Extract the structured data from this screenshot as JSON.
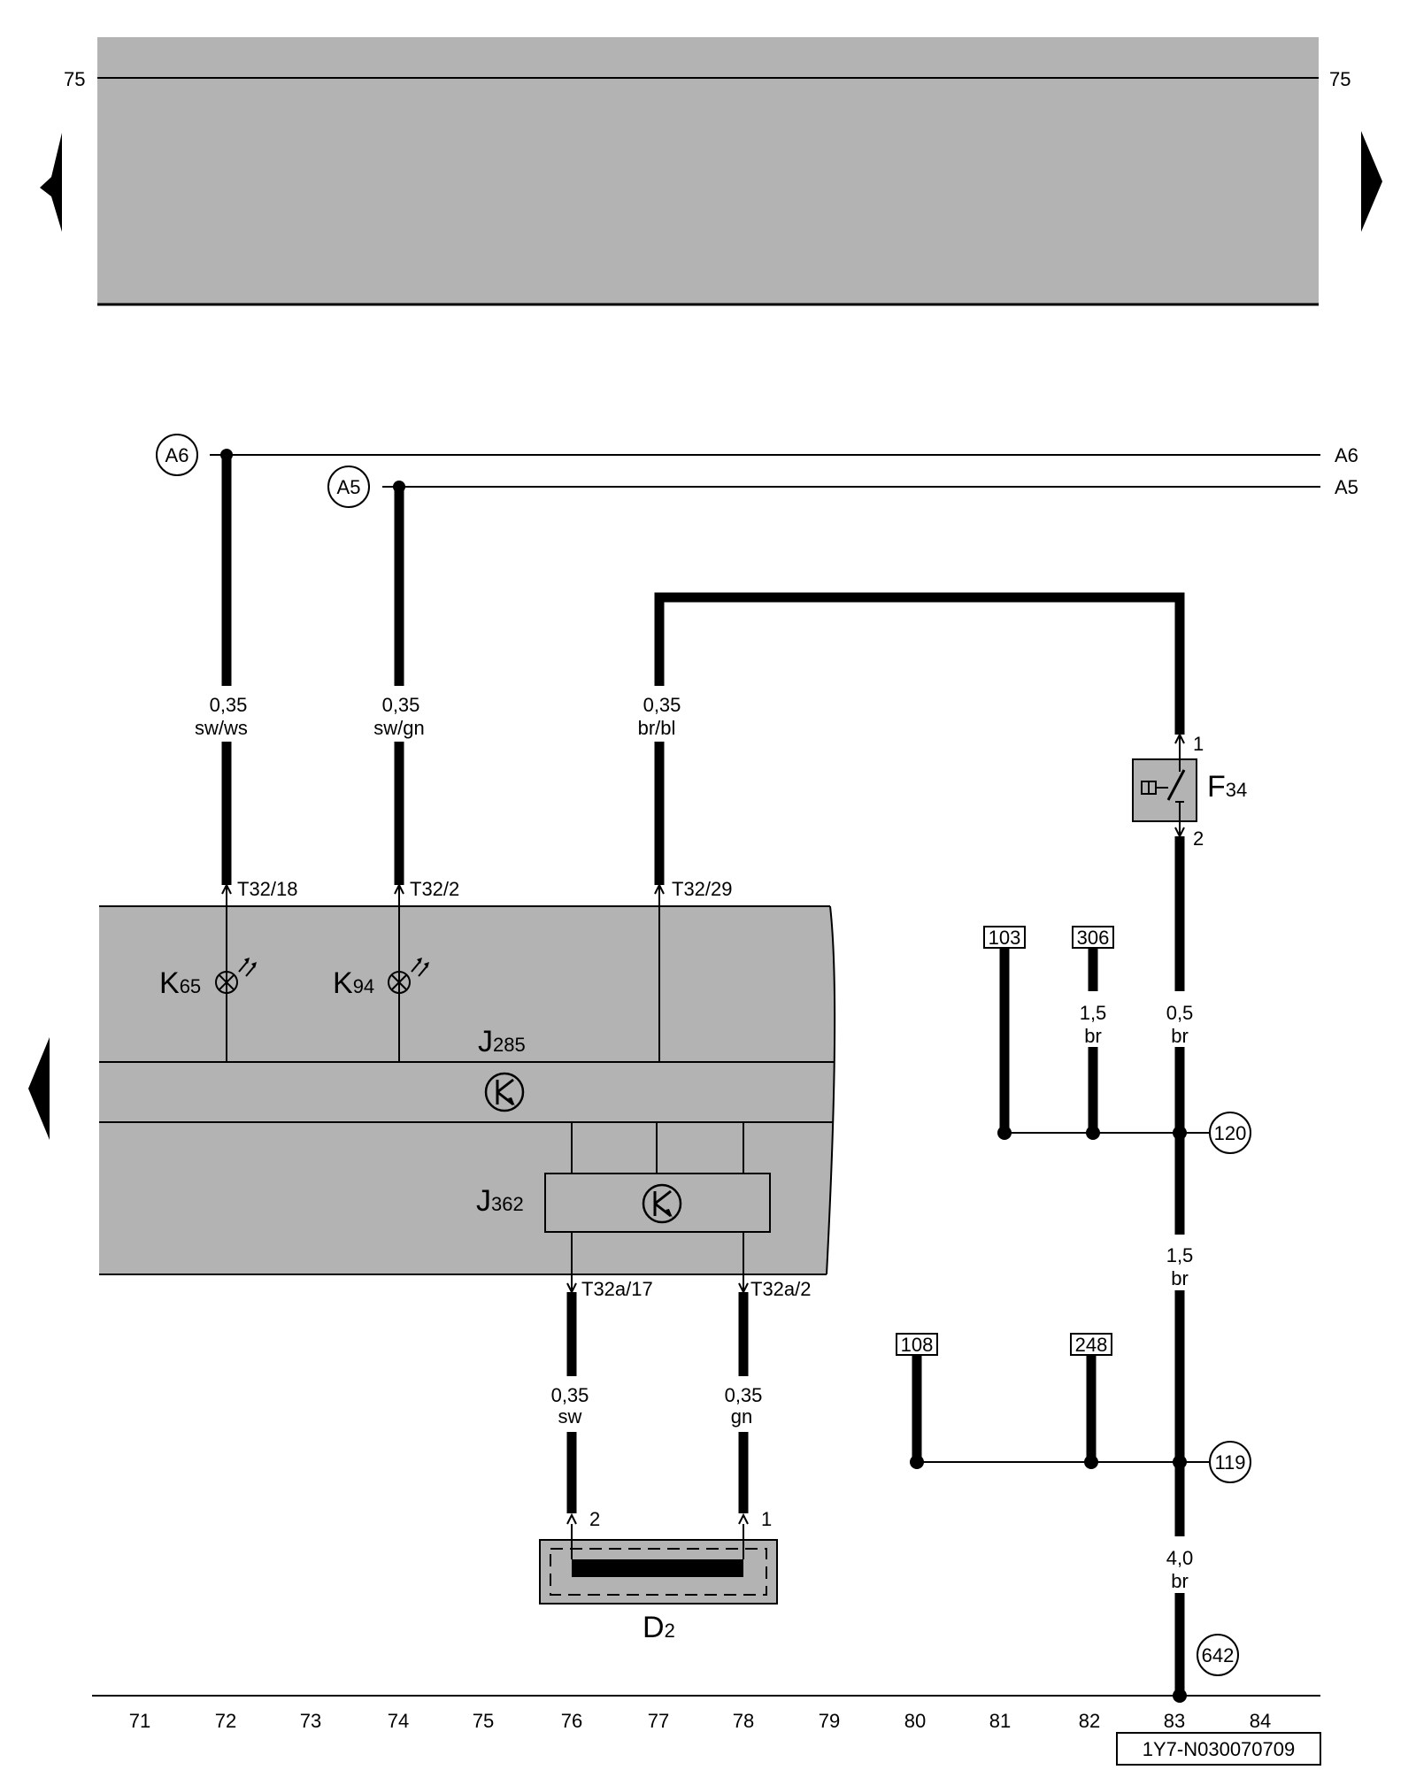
{
  "top_connector": {
    "left": "75",
    "right": "75"
  },
  "bus_lines": [
    {
      "circle": "A6",
      "end": "A6"
    },
    {
      "circle": "A5",
      "end": "A5"
    }
  ],
  "wires": [
    {
      "size": "0,35",
      "color": "sw/ws",
      "terminal": "T32/18"
    },
    {
      "size": "0,35",
      "color": "sw/gn",
      "terminal": "T32/2"
    },
    {
      "size": "0,35",
      "color": "br/bl",
      "terminal": "T32/29"
    },
    {
      "size": "0,35",
      "color": "sw",
      "terminal": "T32a/17"
    },
    {
      "size": "0,35",
      "color": "gn",
      "terminal": "T32a/2"
    }
  ],
  "components": {
    "k65": {
      "main": "K",
      "sub": "65"
    },
    "k94": {
      "main": "K",
      "sub": "94"
    },
    "j285": {
      "main": "J",
      "sub": "285"
    },
    "j362": {
      "main": "J",
      "sub": "362"
    },
    "f34": {
      "main": "F",
      "sub": "34",
      "pin_top": "1",
      "pin_bottom": "2"
    },
    "d2": {
      "main": "D",
      "sub": "2",
      "pin_left": "2",
      "pin_right": "1"
    }
  },
  "ground_refs": [
    "103",
    "306",
    "108",
    "248"
  ],
  "ground_wires": [
    {
      "size": "1,5",
      "color": "br"
    },
    {
      "size": "0,5",
      "color": "br"
    },
    {
      "size": "1,5",
      "color": "br"
    },
    {
      "size": "4,0",
      "color": "br"
    }
  ],
  "ground_points": [
    "120",
    "119",
    "642"
  ],
  "track_numbers": [
    "71",
    "72",
    "73",
    "74",
    "75",
    "76",
    "77",
    "78",
    "79",
    "80",
    "81",
    "82",
    "83",
    "84"
  ],
  "diagram_id": "1Y7-N030070709"
}
